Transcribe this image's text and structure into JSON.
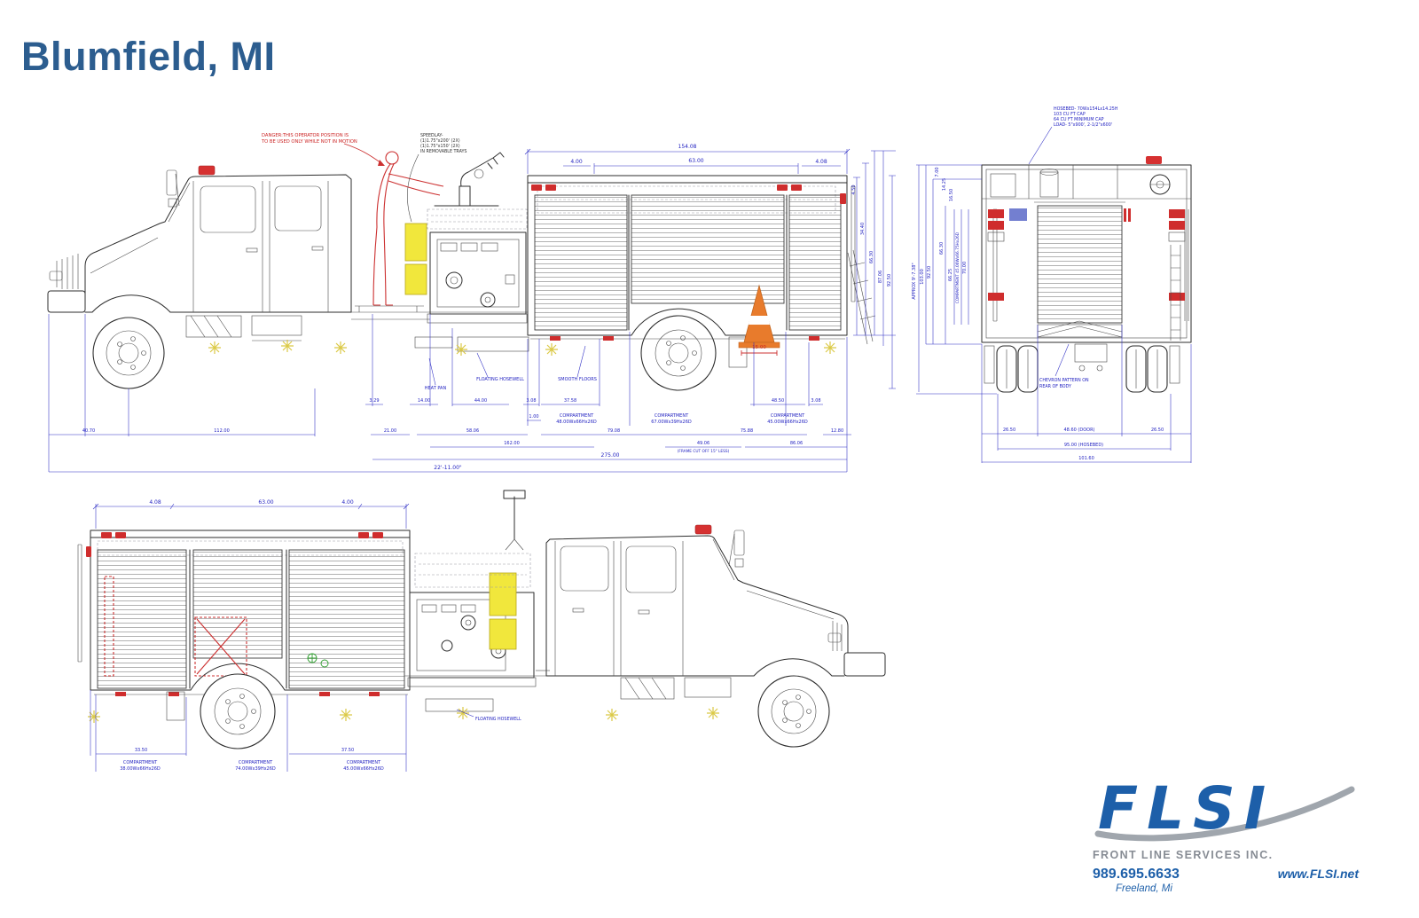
{
  "page": {
    "title": "Blumfield, MI"
  },
  "passenger_side": {
    "danger1": "DANGER:THIS OPERATOR POSITION IS",
    "danger2": "TO BE USED ONLY WHILE NOT IN MOTION",
    "speedlay1": "SPEEDLAY-",
    "speedlay2": "(1)1.75\"x200' (2X)",
    "speedlay3": "(1)1.75\"x150' (2X)",
    "speedlay4": "IN REMOVABLE TRAYS",
    "heat_pan": "HEAT PAN",
    "floating_hosewell": "FLOATING HOSEWELL",
    "smooth_floors": "SMOOTH FLOORS",
    "top_overall": "154.08",
    "top_left": "4.00",
    "top_center": "63.00",
    "top_right": "4.08",
    "side": [
      "4.50",
      "34.40",
      "66.30",
      "87.06",
      "92.50"
    ],
    "row_a": [
      "3.29",
      "14.00",
      "44.00",
      "3.08",
      "37.58",
      "48.50",
      "3.08",
      "1.00"
    ],
    "comp1a": "COMPARTMENT",
    "comp1b": "48.00Wx66Hx26D",
    "comp2a": "COMPARTMENT",
    "comp2b": "67.00Wx39Hx26D",
    "comp3a": "COMPARTMENT",
    "comp3b": "45.00Wx66Hx26D",
    "cone_dim": "15.00",
    "row_c": [
      "40.70",
      "112.00",
      "21.00",
      "58.06",
      "79.08",
      "75.88",
      "12.80"
    ],
    "row_d": [
      "162.00",
      "49.06",
      "86.06"
    ],
    "frame_note": "(FRAME CUT OFF 15\" LESS)",
    "total_in": "275.00",
    "total_ft": "22'-11.00\""
  },
  "rear": {
    "hosebed1": "HOSEBED- 70Wx154Lx14.25H",
    "hosebed2": "103 CU FT CAP",
    "hosebed3": "64 CU FT MINIMUM CAP",
    "hosebed4": "LOAD- 5\"x900', 2-1/2\"x600'",
    "left": [
      "APPROX 9'-7.38\"",
      "103.00",
      "92.50",
      "66.30",
      "66.25",
      "COMPARTMENT 45.00Wx66.75Hx26D",
      "70.00",
      "7.00",
      "14.25",
      "16.50"
    ],
    "bottom": [
      "26.50",
      "48.60 (DOOR)",
      "26.50",
      "95.00 (HOSEBED)",
      "101.60"
    ],
    "chevron1": "CHEVRON PATTERN ON",
    "chevron2": "REAR OF BODY"
  },
  "driver_side": {
    "top": [
      "4.08",
      "63.00",
      "4.00"
    ],
    "bottom": [
      "33.50",
      "37.50"
    ],
    "comp1a": "COMPARTMENT",
    "comp1b": "38.00Wx66Hx26D",
    "comp2a": "COMPARTMENT",
    "comp2b": "74.00Wx39Hx26D",
    "comp3a": "COMPARTMENT",
    "comp3b": "45.00Wx66Hx26D",
    "floating_hosewell": "FLOATING HOSEWELL"
  },
  "logo": {
    "name": "FLSI",
    "tagline": "FRONT LINE SERVICES INC.",
    "phone": "989.695.6633",
    "website": "www.FLSI.net",
    "city": "Freeland, Mi"
  }
}
